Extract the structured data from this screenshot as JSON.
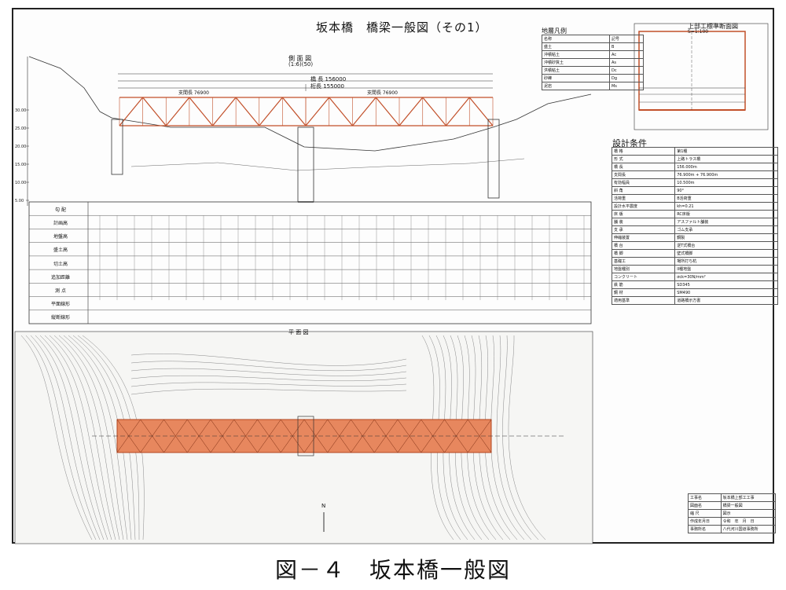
{
  "drawing": {
    "title": "坂本橋　橋梁一般図（その1）",
    "side_view_label": "側 面 図",
    "side_view_scale": "(1:6)(50)",
    "length_total": "橋 長 156000",
    "length_girder": "桁長 155000",
    "span_left": "支間長 76900",
    "span_right": "支間長 76900",
    "plan_view_label": "平 面 図",
    "legend_title": "地層凡例",
    "section_title": "上部工標準断面図",
    "section_scale": "S=1:100",
    "design_title": "設計条件",
    "north_label": "N",
    "elevations": [
      "30.00",
      "25.00",
      "20.00",
      "15.00",
      "10.00",
      "5.00"
    ],
    "profile_rows": [
      "勾 配",
      "計画高",
      "地盤高",
      "盛土高",
      "切土高",
      "追加距離",
      "測 点",
      "平面線形",
      "縦断線形"
    ]
  },
  "caption": "図－４　坂本橋一般図",
  "legend_rows": [
    [
      "名称",
      "記号"
    ],
    [
      "盛土",
      "B"
    ],
    [
      "沖積粘土",
      "Ac"
    ],
    [
      "沖積砂質土",
      "As"
    ],
    [
      "洪積粘土",
      "Dc"
    ],
    [
      "砂礫",
      "Dg"
    ],
    [
      "泥岩",
      "Ms"
    ]
  ],
  "design_rows": [
    [
      "橋 格",
      "第1種"
    ],
    [
      "形 式",
      "上路トラス橋"
    ],
    [
      "橋 長",
      "156.000m"
    ],
    [
      "支間長",
      "76.900m + 76.900m"
    ],
    [
      "有効幅員",
      "10.500m"
    ],
    [
      "斜 角",
      "90°"
    ],
    [
      "活荷重",
      "B活荷重"
    ],
    [
      "設計水平震度",
      "kh=0.21"
    ],
    [
      "床 版",
      "RC床版"
    ],
    [
      "舗 装",
      "アスファルト舗装"
    ],
    [
      "支 承",
      "ゴム支承"
    ],
    [
      "伸縮装置",
      "鋼製"
    ],
    [
      "橋 台",
      "逆T式橋台"
    ],
    [
      "橋 脚",
      "壁式橋脚"
    ],
    [
      "基礎工",
      "場所打ち杭"
    ],
    [
      "地盤種別",
      "II種地盤"
    ],
    [
      "コンクリート",
      "σck=30N/mm²"
    ],
    [
      "鉄 筋",
      "SD345"
    ],
    [
      "鋼 材",
      "SM490"
    ],
    [
      "適用基準",
      "道路橋示方書"
    ]
  ],
  "title_block_rows": [
    [
      "工事名",
      "坂本橋上部工工事"
    ],
    [
      "図面名",
      "橋梁一般図"
    ],
    [
      "縮 尺",
      "図示"
    ],
    [
      "作成年月日",
      "令和　年　月　日"
    ],
    [
      "事務所名",
      "八代河川国道事務所"
    ]
  ],
  "colors": {
    "truss": "#c2502a",
    "highlight": "#e7875e",
    "line": "#333333"
  }
}
